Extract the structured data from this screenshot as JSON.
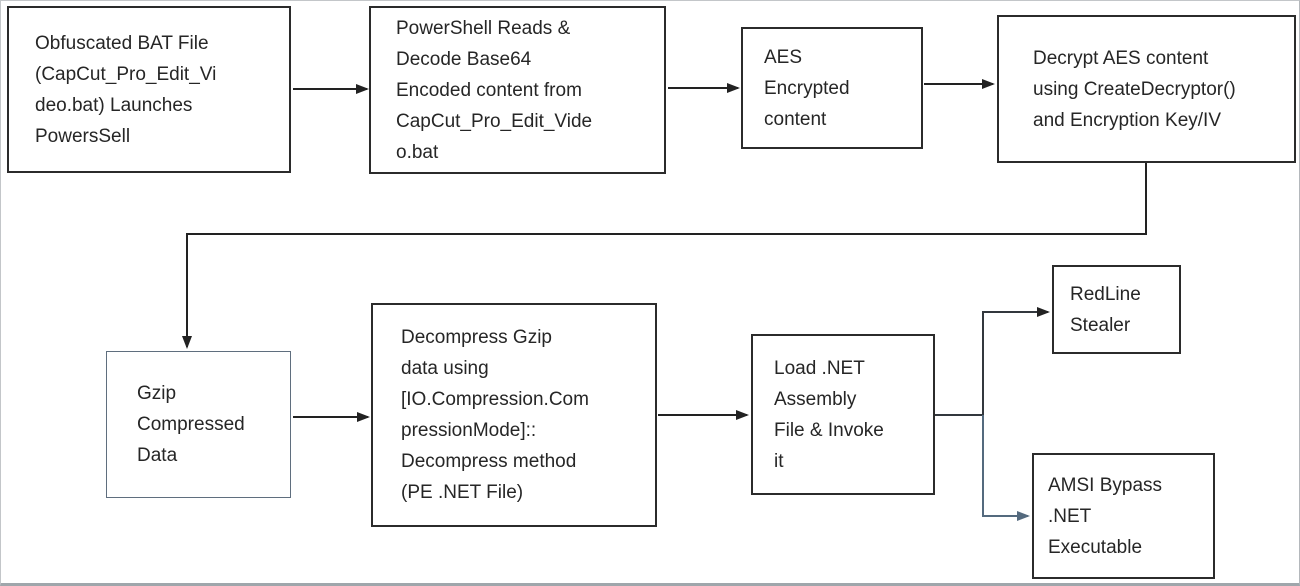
{
  "diagram": {
    "title": "CapCut Pro BAT malware infection chain flowchart",
    "nodes": [
      {
        "id": "obfuscated-bat",
        "label": "Obfuscated BAT File\n(CapCut_Pro_Edit_Vi\ndeo.bat) Launches\nPowersSell"
      },
      {
        "id": "powershell-decode",
        "label": "PowerShell Reads &\nDecode Base64\nEncoded content from\nCapCut_Pro_Edit_Vide\no.bat"
      },
      {
        "id": "aes-encrypted",
        "label": "AES\nEncrypted\ncontent"
      },
      {
        "id": "decrypt-aes",
        "label": "Decrypt AES content\nusing CreateDecryptor()\nand Encryption Key/IV"
      },
      {
        "id": "gzip-compressed",
        "label": "Gzip\nCompressed\nData"
      },
      {
        "id": "decompress-gzip",
        "label": "Decompress Gzip\ndata using\n[IO.Compression.Com\npressionMode]::\nDecompress method\n(PE .NET File)"
      },
      {
        "id": "load-assembly",
        "label": "Load .NET\nAssembly\nFile & Invoke\nit"
      },
      {
        "id": "redline-stealer",
        "label": "RedLine\nStealer"
      },
      {
        "id": "amsi-bypass",
        "label": "AMSI Bypass\n.NET\nExecutable"
      }
    ],
    "colors": {
      "background": "#ffffff",
      "box_border": "#2b2b2b",
      "gzip_box_border": "#5f6e7e",
      "text": "#262626",
      "arrow_black": "#222222",
      "arrow_slate": "#546a7e",
      "frame_border": "#9fa6ab"
    }
  }
}
